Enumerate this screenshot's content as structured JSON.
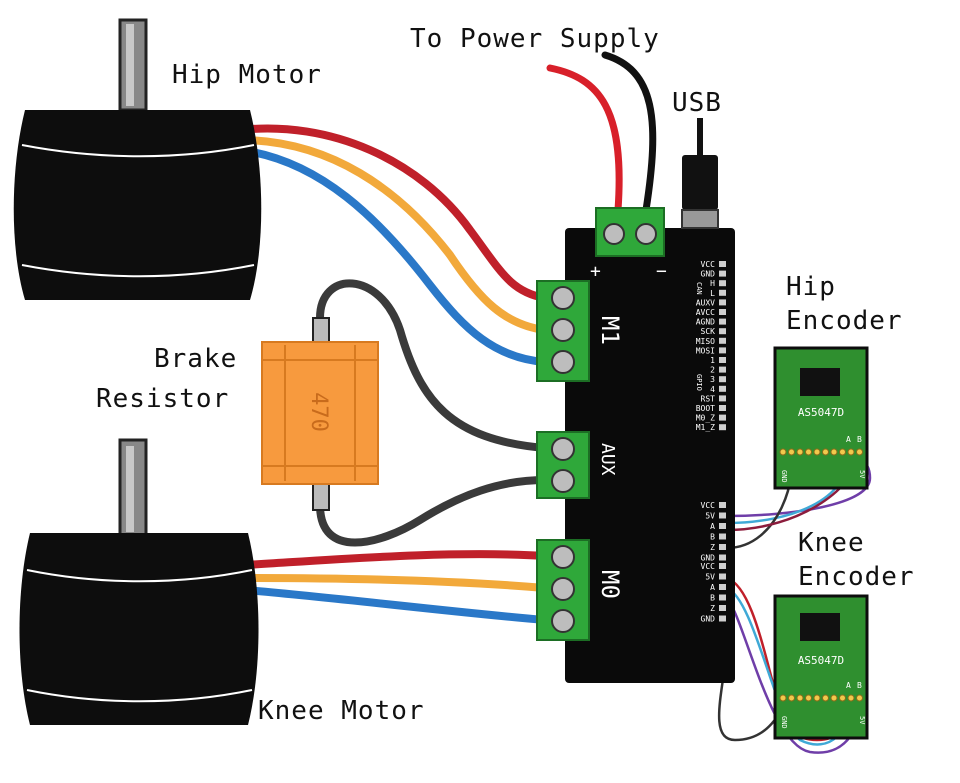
{
  "labels": {
    "hip_motor": "Hip Motor",
    "knee_motor": "Knee Motor",
    "power_supply": "To Power Supply",
    "usb": "USB",
    "brake_line1": "Brake",
    "brake_line2": "Resistor",
    "resistor_value": "470",
    "hip_encoder_line1": "Hip",
    "hip_encoder_line2": "Encoder",
    "knee_encoder_line1": "Knee",
    "knee_encoder_line2": "Encoder"
  },
  "board": {
    "terminal_m1": "M1",
    "terminal_aux": "AUX",
    "terminal_m0": "M0",
    "power_plus": "+",
    "power_minus": "−",
    "pins_top": [
      "VCC",
      "GND",
      "H",
      "L",
      "AUXV",
      "AVCC",
      "AGND",
      "SCK",
      "MISO",
      "MOSI",
      "1",
      "2",
      "3",
      "4",
      "RST",
      "BOOT",
      "M0_Z",
      "M1_Z"
    ],
    "pins_can_label": "CAN",
    "pins_gpio_label": "GPIO",
    "pins_m1_enc": [
      "VCC",
      "5V",
      "A",
      "B",
      "Z",
      "GND"
    ],
    "pins_m0_enc": [
      "VCC",
      "5V",
      "A",
      "B",
      "Z",
      "GND"
    ]
  },
  "encoder": {
    "chip_label": "AS5047D",
    "pin_a": "A",
    "pin_b": "B",
    "pin_gnd": "GND",
    "pin_5v": "5V"
  },
  "colors": {
    "motor_body": "#0d0d0d",
    "board": "#0a0a0a",
    "terminal_green": "#2fa83a",
    "wire_red": "#c0202a",
    "wire_orange": "#f2a93b",
    "wire_blue": "#2a78c8",
    "wire_black": "#3a3a3a",
    "resistor": "#f79a3e",
    "encoder_pcb": "#2f8f2f",
    "wire_purple": "#6f3ea8",
    "wire_cyan": "#3fa9d6",
    "wire_maroon": "#8c1c3c"
  }
}
